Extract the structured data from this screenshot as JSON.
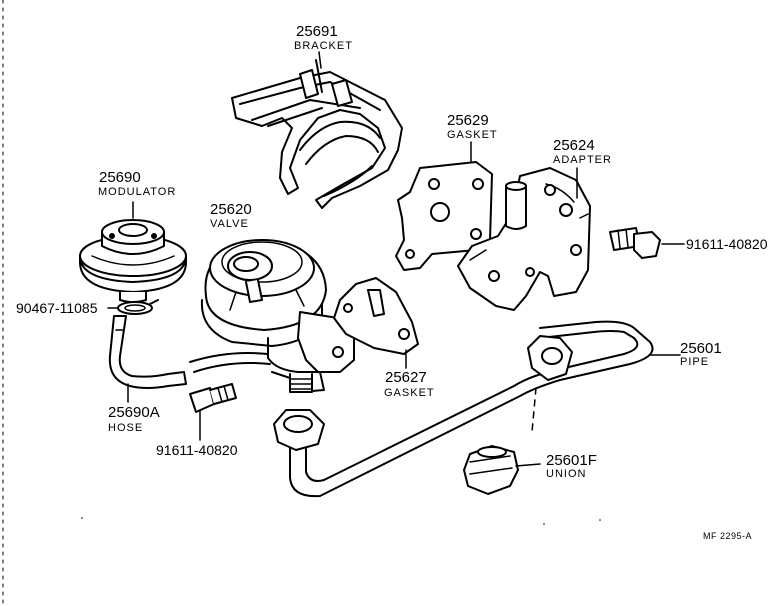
{
  "parts": {
    "bracket": {
      "number": "25691",
      "name": "BRACKET"
    },
    "modulator": {
      "number": "25690",
      "name": "MODULATOR"
    },
    "valve": {
      "number": "25620",
      "name": "VALVE"
    },
    "gasket_a": {
      "number": "25629",
      "name": "GASKET"
    },
    "adapter": {
      "number": "25624",
      "name": "ADAPTER"
    },
    "bolt_right": {
      "number": "91611-40820"
    },
    "clip": {
      "number": "90467-11085"
    },
    "gasket_b": {
      "number": "25627",
      "name": "GASKET"
    },
    "pipe": {
      "number": "25601",
      "name": "PIPE"
    },
    "hose": {
      "number": "25690A",
      "name": "HOSE"
    },
    "bolt_left": {
      "number": "91611-40820"
    },
    "union": {
      "number": "25601F",
      "name": "UNION"
    }
  },
  "drawing_code": "MF  2295-A"
}
